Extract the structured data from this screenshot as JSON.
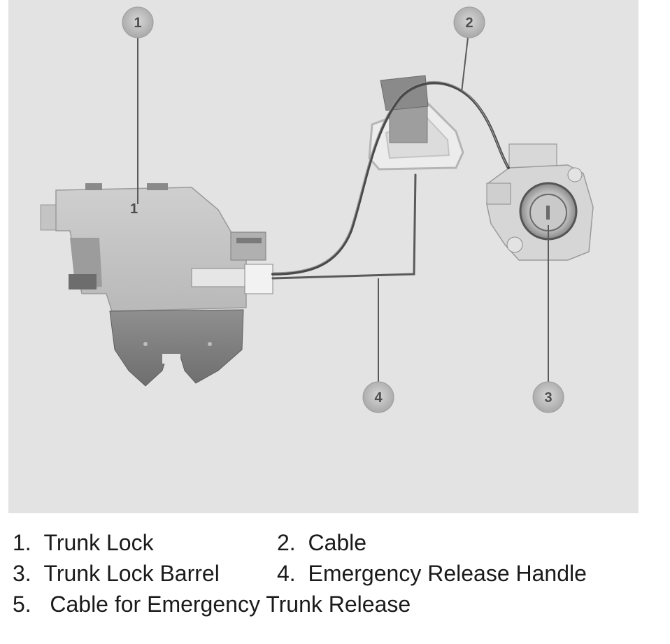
{
  "diagram": {
    "background": "#e3e3e3",
    "callouts": [
      {
        "id": "1",
        "label": "1"
      },
      {
        "id": "2",
        "label": "2"
      },
      {
        "id": "3",
        "label": "3"
      },
      {
        "id": "4",
        "label": "4"
      }
    ],
    "component_label": "1"
  },
  "legend": {
    "rows": [
      [
        {
          "num": "1.",
          "text": "Trunk Lock"
        },
        {
          "num": "2.",
          "text": "Cable"
        }
      ],
      [
        {
          "num": "3.",
          "text": "Trunk Lock Barrel"
        },
        {
          "num": "4.",
          "text": "Emergency Release Handle"
        }
      ],
      [
        {
          "num": "5.",
          "text": "Cable for Emergency Trunk Release"
        }
      ]
    ]
  }
}
